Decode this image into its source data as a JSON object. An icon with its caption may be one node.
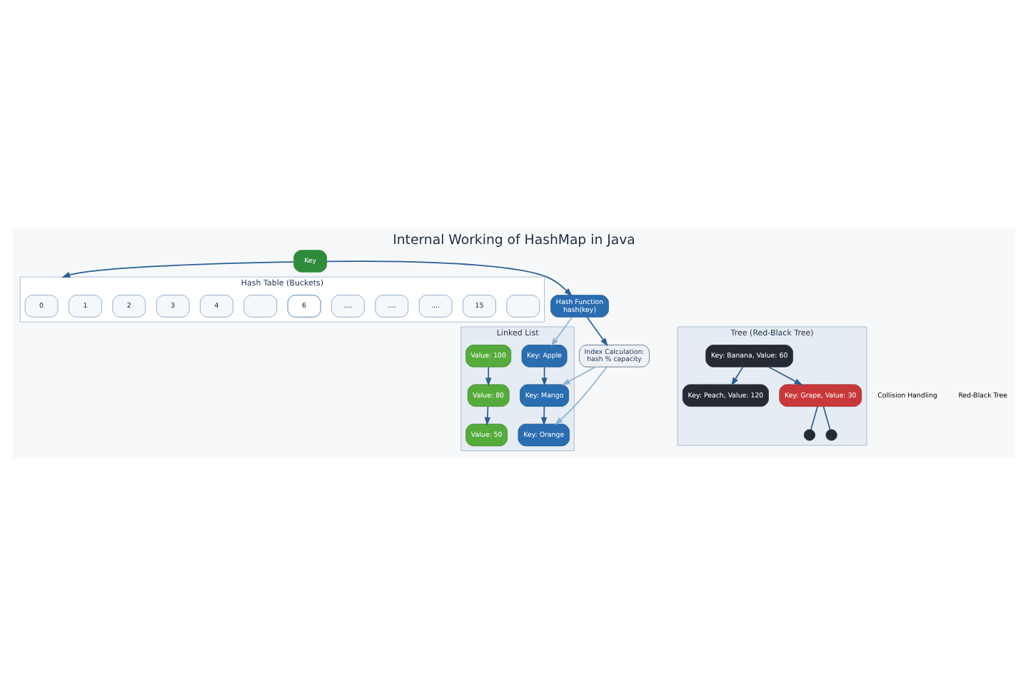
{
  "diagram": {
    "title": "Internal Working of HashMap in Java",
    "nodes": [
      {
        "text": [
          "Key"
        ]
      },
      {
        "text": [
          "Hash Table (Buckets)"
        ]
      },
      {
        "text": [
          "0"
        ],
        "in": 1
      },
      {
        "text": [
          "1"
        ],
        "in": 1
      },
      {
        "text": [
          "2"
        ],
        "in": 1
      },
      {
        "text": [
          "3"
        ],
        "in": 1
      },
      {
        "text": [
          "4"
        ],
        "in": 1
      },
      {
        "text": [],
        "shape": "box",
        "in": 1
      },
      {
        "text": [
          "6"
        ],
        "in": 1
      },
      {
        "text": [
          "...."
        ],
        "in": 1
      },
      {
        "text": [
          "...."
        ],
        "in": 1
      },
      {
        "text": [
          "...."
        ],
        "in": 1
      },
      {
        "text": [
          "15"
        ],
        "in": 1
      },
      {
        "text": [],
        "shape": "box",
        "in": 1
      },
      {
        "text": [
          "Hash Function",
          "hash(key)"
        ]
      },
      {
        "text": [
          "Index Calculation:",
          "hash % capacity"
        ]
      },
      {
        "text": [
          "Linked List"
        ]
      },
      {
        "text": [
          "Key: Apple"
        ],
        "in": 16
      },
      {
        "text": [
          "Value: 100"
        ],
        "in": 16
      },
      {
        "text": [
          "Key: Mango"
        ],
        "in": 16
      },
      {
        "text": [
          "Value: 80"
        ],
        "in": 16
      },
      {
        "text": [
          "Key: Orange"
        ],
        "in": 16
      },
      {
        "text": [
          "Value: 50"
        ],
        "in": 16
      },
      {
        "text": [
          "Tree (Red-Black Tree)"
        ]
      },
      {
        "text": [
          "Key: Banana, Value: 60"
        ],
        "in": 23
      },
      {
        "text": [
          "Key: Grape, Value: 30"
        ],
        "in": 23
      },
      {
        "text": [
          "Key: Peach, Value: 120"
        ],
        "in": 23
      },
      {
        "text": [],
        "shape": "circle",
        "in": 23
      },
      {
        "text": [],
        "shape": "circle",
        "in": 23
      }
    ],
    "edges": [
      {
        "from": 0,
        "to": 1,
        "arrow": "to"
      },
      {
        "from": 0,
        "to": 14,
        "arrow": "to"
      },
      {
        "from": 14,
        "to": 15,
        "arrow": "to"
      },
      {
        "from": 14,
        "to": 17,
        "arrow": "to",
        "color": "#8fb3d3"
      },
      {
        "from": 15,
        "to": 19,
        "arrow": "to",
        "color": "#8fb3d3"
      },
      {
        "from": 15,
        "to": 21,
        "arrow": "to",
        "color": "#8fb3d3"
      },
      {
        "from": 17,
        "to": 19,
        "arrow": "to"
      },
      {
        "from": 19,
        "to": 21,
        "arrow": "to"
      },
      {
        "from": 18,
        "to": 20,
        "arrow": "to"
      },
      {
        "from": 20,
        "to": 22,
        "arrow": "to"
      },
      {
        "from": 24,
        "to": 25,
        "arrow": "to"
      },
      {
        "from": 24,
        "to": 26,
        "arrow": "to"
      },
      {
        "from": 25,
        "to": 27,
        "arrow": "none"
      },
      {
        "from": 25,
        "to": 28,
        "arrow": "none"
      }
    ],
    "legend": [
      {
        "text": "Collision Handling"
      },
      {
        "text": "Red-Black Tree"
      }
    ]
  }
}
